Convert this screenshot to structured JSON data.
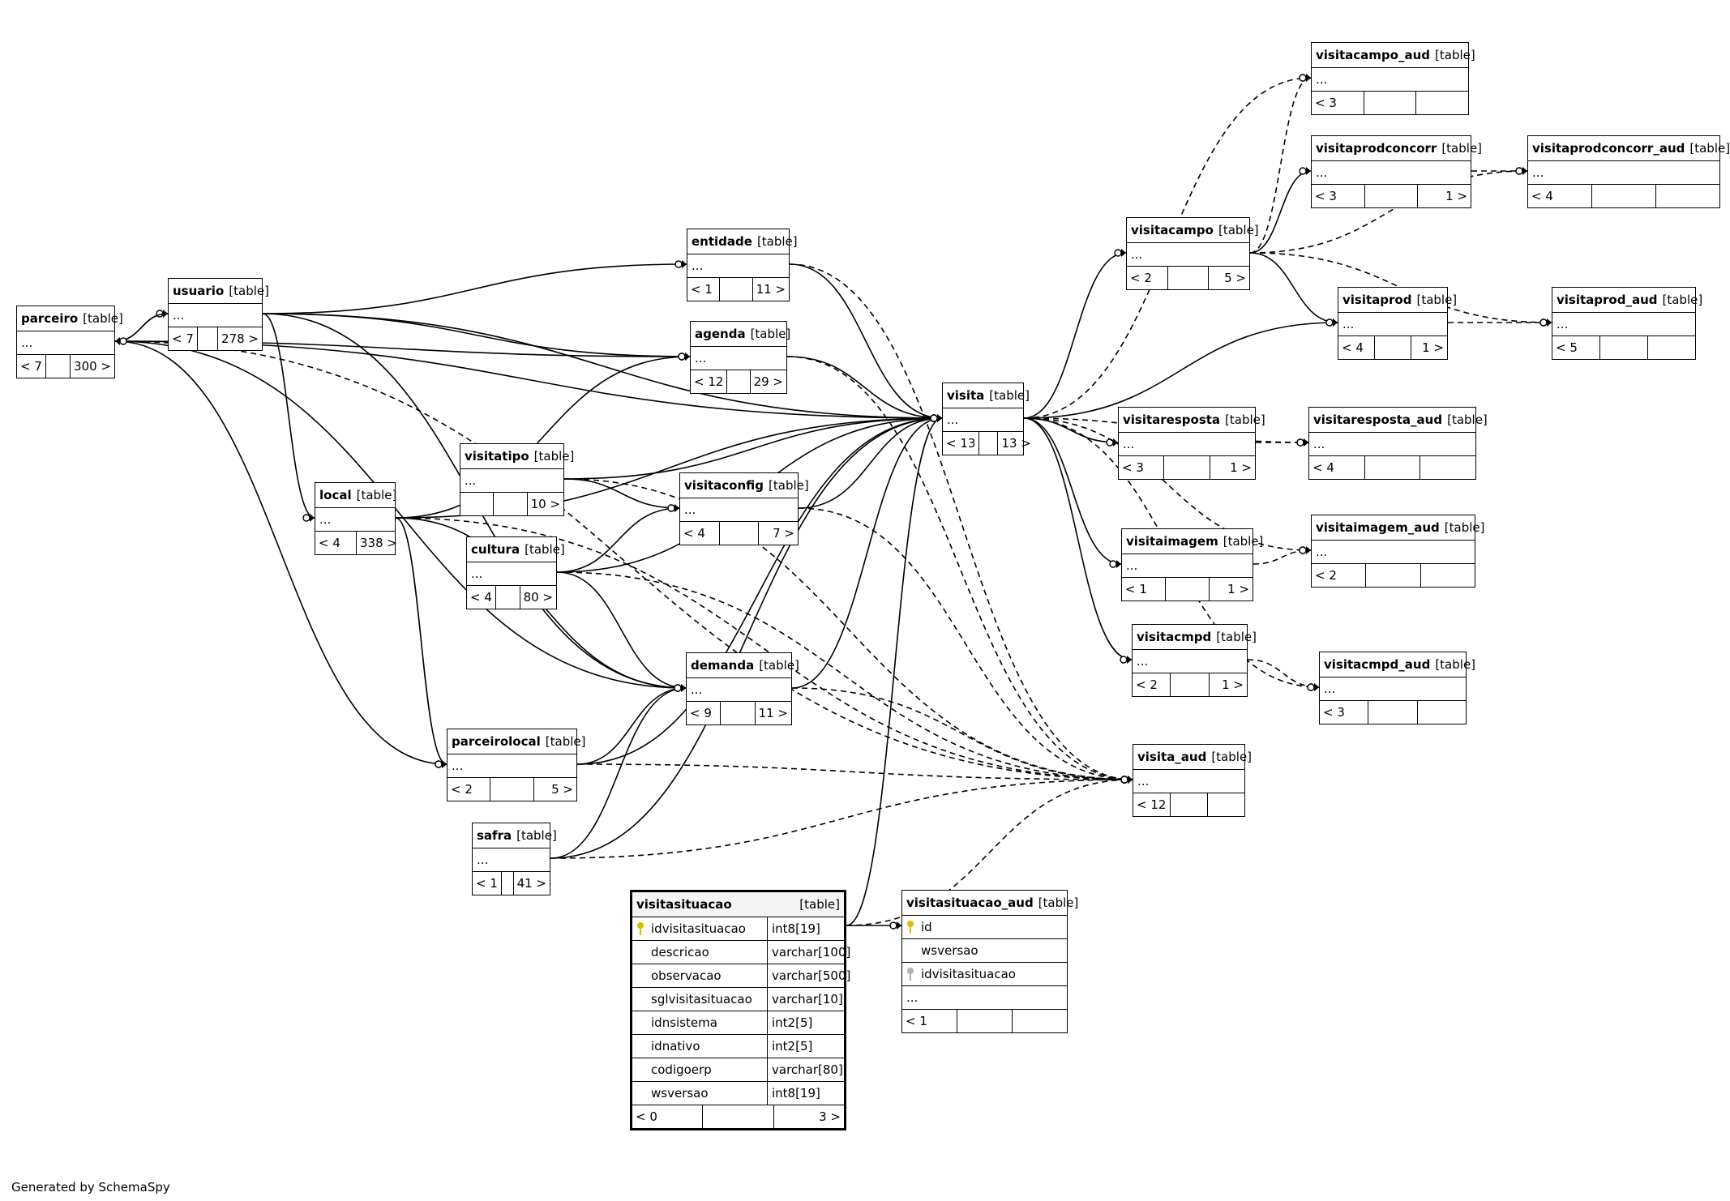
{
  "footer": {
    "generated_by": "Generated by SchemaSpy"
  },
  "tables": [
    {
      "id": "parceiro",
      "name": "parceiro",
      "tag": "[table]",
      "body": "...",
      "foot": [
        "< 7",
        "",
        "300 >"
      ]
    },
    {
      "id": "usuario",
      "name": "usuario",
      "tag": "[table]",
      "body": "...",
      "foot": [
        "< 7",
        "",
        "278 >"
      ]
    },
    {
      "id": "entidade",
      "name": "entidade",
      "tag": "[table]",
      "body": "...",
      "foot": [
        "< 1",
        "",
        "11 >"
      ]
    },
    {
      "id": "agenda",
      "name": "agenda",
      "tag": "[table]",
      "body": "...",
      "foot": [
        "< 12",
        "",
        "29 >"
      ]
    },
    {
      "id": "local",
      "name": "local",
      "tag": "[table]",
      "body": "...",
      "foot": [
        "< 4",
        "338 >"
      ]
    },
    {
      "id": "visitatipo",
      "name": "visitatipo",
      "tag": "[table]",
      "body": "...",
      "foot": [
        "",
        "",
        "10 >"
      ]
    },
    {
      "id": "visitaconfig",
      "name": "visitaconfig",
      "tag": "[table]",
      "body": "...",
      "foot": [
        "< 4",
        "",
        "7 >"
      ]
    },
    {
      "id": "cultura",
      "name": "cultura",
      "tag": "[table]",
      "body": "...",
      "foot": [
        "< 4",
        "",
        "80 >"
      ]
    },
    {
      "id": "demanda",
      "name": "demanda",
      "tag": "[table]",
      "body": "...",
      "foot": [
        "< 9",
        "",
        "11 >"
      ]
    },
    {
      "id": "parceirolocal",
      "name": "parceirolocal",
      "tag": "[table]",
      "body": "...",
      "foot": [
        "< 2",
        "",
        "5 >"
      ]
    },
    {
      "id": "safra",
      "name": "safra",
      "tag": "[table]",
      "body": "...",
      "foot": [
        "< 1",
        "",
        "41 >"
      ]
    },
    {
      "id": "visita",
      "name": "visita",
      "tag": "[table]",
      "body": "...",
      "foot": [
        "< 13",
        "",
        "13 >"
      ]
    },
    {
      "id": "visitacampo_aud",
      "name": "visitacampo_aud",
      "tag": "[table]",
      "body": "...",
      "foot": [
        "< 3",
        "",
        ""
      ]
    },
    {
      "id": "visitaprodconcorr",
      "name": "visitaprodconcorr",
      "tag": "[table]",
      "body": "...",
      "foot": [
        "< 3",
        "",
        "1 >"
      ]
    },
    {
      "id": "visitaprodconcorr_aud",
      "name": "visitaprodconcorr_aud",
      "tag": "[table]",
      "body": "...",
      "foot": [
        "< 4",
        "",
        ""
      ]
    },
    {
      "id": "visitacampo",
      "name": "visitacampo",
      "tag": "[table]",
      "body": "...",
      "foot": [
        "< 2",
        "",
        "5 >"
      ]
    },
    {
      "id": "visitaprod",
      "name": "visitaprod",
      "tag": "[table]",
      "body": "...",
      "foot": [
        "< 4",
        "",
        "1 >"
      ]
    },
    {
      "id": "visitaprod_aud",
      "name": "visitaprod_aud",
      "tag": "[table]",
      "body": "...",
      "foot": [
        "< 5",
        "",
        ""
      ]
    },
    {
      "id": "visitaresposta",
      "name": "visitaresposta",
      "tag": "[table]",
      "body": "...",
      "foot": [
        "< 3",
        "",
        "1 >"
      ]
    },
    {
      "id": "visitaresposta_aud",
      "name": "visitaresposta_aud",
      "tag": "[table]",
      "body": "...",
      "foot": [
        "< 4",
        "",
        ""
      ]
    },
    {
      "id": "visitaimagem",
      "name": "visitaimagem",
      "tag": "[table]",
      "body": "...",
      "foot": [
        "< 1",
        "",
        "1 >"
      ]
    },
    {
      "id": "visitaimagem_aud",
      "name": "visitaimagem_aud",
      "tag": "[table]",
      "body": "...",
      "foot": [
        "< 2",
        "",
        ""
      ]
    },
    {
      "id": "visitacmpd",
      "name": "visitacmpd",
      "tag": "[table]",
      "body": "...",
      "foot": [
        "< 2",
        "",
        "1 >"
      ]
    },
    {
      "id": "visitacmpd_aud",
      "name": "visitacmpd_aud",
      "tag": "[table]",
      "body": "...",
      "foot": [
        "< 3",
        "",
        ""
      ]
    },
    {
      "id": "visita_aud",
      "name": "visita_aud",
      "tag": "[table]",
      "body": "...",
      "foot": [
        "< 12",
        "",
        ""
      ]
    },
    {
      "id": "visitasituacao_aud",
      "name": "visitasituacao_aud",
      "tag": "[table]",
      "columns": [
        {
          "name": "id",
          "key": "primary"
        },
        {
          "name": "wsversao",
          "key": "none"
        },
        {
          "name": "idvisitasituacao",
          "key": "foreign"
        }
      ],
      "body": "...",
      "foot": [
        "< 1",
        "",
        ""
      ]
    }
  ],
  "focus_table": {
    "name": "visitasituacao",
    "tag": "[table]",
    "columns": [
      {
        "name": "idvisitasituacao",
        "type": "int8[19]",
        "key": "primary"
      },
      {
        "name": "descricao",
        "type": "varchar[100]",
        "key": "none"
      },
      {
        "name": "observacao",
        "type": "varchar[500]",
        "key": "none"
      },
      {
        "name": "sglvisitasituacao",
        "type": "varchar[10]",
        "key": "none"
      },
      {
        "name": "idnsistema",
        "type": "int2[5]",
        "key": "none"
      },
      {
        "name": "idnativo",
        "type": "int2[5]",
        "key": "none"
      },
      {
        "name": "codigoerp",
        "type": "varchar[80]",
        "key": "none"
      },
      {
        "name": "wsversao",
        "type": "int8[19]",
        "key": "none"
      }
    ],
    "foot": [
      "< 0",
      "",
      "3 >"
    ]
  },
  "relationships": [
    {
      "from": "parceiro",
      "to": "usuario",
      "style": "solid"
    },
    {
      "from": "parceiro",
      "to": "agenda",
      "style": "solid"
    },
    {
      "from": "parceiro",
      "to": "visita",
      "style": "solid"
    },
    {
      "from": "parceiro",
      "to": "demanda",
      "style": "solid"
    },
    {
      "from": "parceiro",
      "to": "parceirolocal",
      "style": "solid"
    },
    {
      "from": "parceiro",
      "to": "visita_aud",
      "style": "dashed"
    },
    {
      "from": "usuario",
      "to": "parceiro",
      "style": "solid"
    },
    {
      "from": "usuario",
      "to": "entidade",
      "style": "solid"
    },
    {
      "from": "usuario",
      "to": "agenda",
      "style": "solid"
    },
    {
      "from": "usuario",
      "to": "local",
      "style": "solid"
    },
    {
      "from": "usuario",
      "to": "visita",
      "style": "solid"
    },
    {
      "from": "usuario",
      "to": "demanda",
      "style": "solid"
    },
    {
      "from": "entidade",
      "to": "visita",
      "style": "solid"
    },
    {
      "from": "entidade",
      "to": "visita_aud",
      "style": "dashed"
    },
    {
      "from": "agenda",
      "to": "visita",
      "style": "solid"
    },
    {
      "from": "agenda",
      "to": "visita_aud",
      "style": "dashed"
    },
    {
      "from": "local",
      "to": "agenda",
      "style": "solid"
    },
    {
      "from": "local",
      "to": "visita",
      "style": "solid"
    },
    {
      "from": "local",
      "to": "demanda",
      "style": "solid"
    },
    {
      "from": "local",
      "to": "parceirolocal",
      "style": "solid"
    },
    {
      "from": "local",
      "to": "visita_aud",
      "style": "dashed"
    },
    {
      "from": "visitatipo",
      "to": "visitaconfig",
      "style": "solid"
    },
    {
      "from": "visitatipo",
      "to": "visita",
      "style": "solid"
    },
    {
      "from": "visitatipo",
      "to": "visita_aud",
      "style": "dashed"
    },
    {
      "from": "visitaconfig",
      "to": "visita",
      "style": "solid"
    },
    {
      "from": "visitaconfig",
      "to": "visita_aud",
      "style": "dashed"
    },
    {
      "from": "cultura",
      "to": "visitaconfig",
      "style": "solid"
    },
    {
      "from": "cultura",
      "to": "visita",
      "style": "solid"
    },
    {
      "from": "cultura",
      "to": "demanda",
      "style": "solid"
    },
    {
      "from": "cultura",
      "to": "visita_aud",
      "style": "dashed"
    },
    {
      "from": "demanda",
      "to": "visita",
      "style": "solid"
    },
    {
      "from": "demanda",
      "to": "visita_aud",
      "style": "dashed"
    },
    {
      "from": "parceirolocal",
      "to": "visita",
      "style": "solid"
    },
    {
      "from": "parceirolocal",
      "to": "demanda",
      "style": "solid"
    },
    {
      "from": "parceirolocal",
      "to": "visita_aud",
      "style": "dashed"
    },
    {
      "from": "safra",
      "to": "visita",
      "style": "solid"
    },
    {
      "from": "safra",
      "to": "demanda",
      "style": "solid"
    },
    {
      "from": "safra",
      "to": "visita_aud",
      "style": "dashed"
    },
    {
      "from": "visitasituacao",
      "to": "visita",
      "style": "solid"
    },
    {
      "from": "visitasituacao",
      "to": "visitasituacao_aud",
      "style": "solid"
    },
    {
      "from": "visitasituacao",
      "to": "visita_aud",
      "style": "dashed"
    },
    {
      "from": "visita",
      "to": "visitacampo",
      "style": "solid"
    },
    {
      "from": "visita",
      "to": "visitaprod",
      "style": "solid"
    },
    {
      "from": "visita",
      "to": "visitaresposta",
      "style": "solid"
    },
    {
      "from": "visita",
      "to": "visitaimagem",
      "style": "solid"
    },
    {
      "from": "visita",
      "to": "visitacmpd",
      "style": "solid"
    },
    {
      "from": "visita",
      "to": "visitacampo_aud",
      "style": "dashed"
    },
    {
      "from": "visita",
      "to": "visitaresposta_aud",
      "style": "dashed"
    },
    {
      "from": "visita",
      "to": "visitaimagem_aud",
      "style": "dashed"
    },
    {
      "from": "visita",
      "to": "visitacmpd_aud",
      "style": "dashed"
    },
    {
      "from": "visitacampo",
      "to": "visitaprodconcorr",
      "style": "solid"
    },
    {
      "from": "visitacampo",
      "to": "visitaprod",
      "style": "solid"
    },
    {
      "from": "visitacampo",
      "to": "visitacampo_aud",
      "style": "dashed"
    },
    {
      "from": "visitacampo",
      "to": "visitaprodconcorr_aud",
      "style": "dashed"
    },
    {
      "from": "visitacampo",
      "to": "visitaprod_aud",
      "style": "dashed"
    },
    {
      "from": "visitaprodconcorr",
      "to": "visitaprodconcorr_aud",
      "style": "dashed"
    },
    {
      "from": "visitaprod",
      "to": "visitaprod_aud",
      "style": "dashed"
    },
    {
      "from": "visitaresposta",
      "to": "visitaresposta_aud",
      "style": "dashed"
    },
    {
      "from": "visitaimagem",
      "to": "visitaimagem_aud",
      "style": "dashed"
    },
    {
      "from": "visitacmpd",
      "to": "visitacmpd_aud",
      "style": "dashed"
    }
  ]
}
